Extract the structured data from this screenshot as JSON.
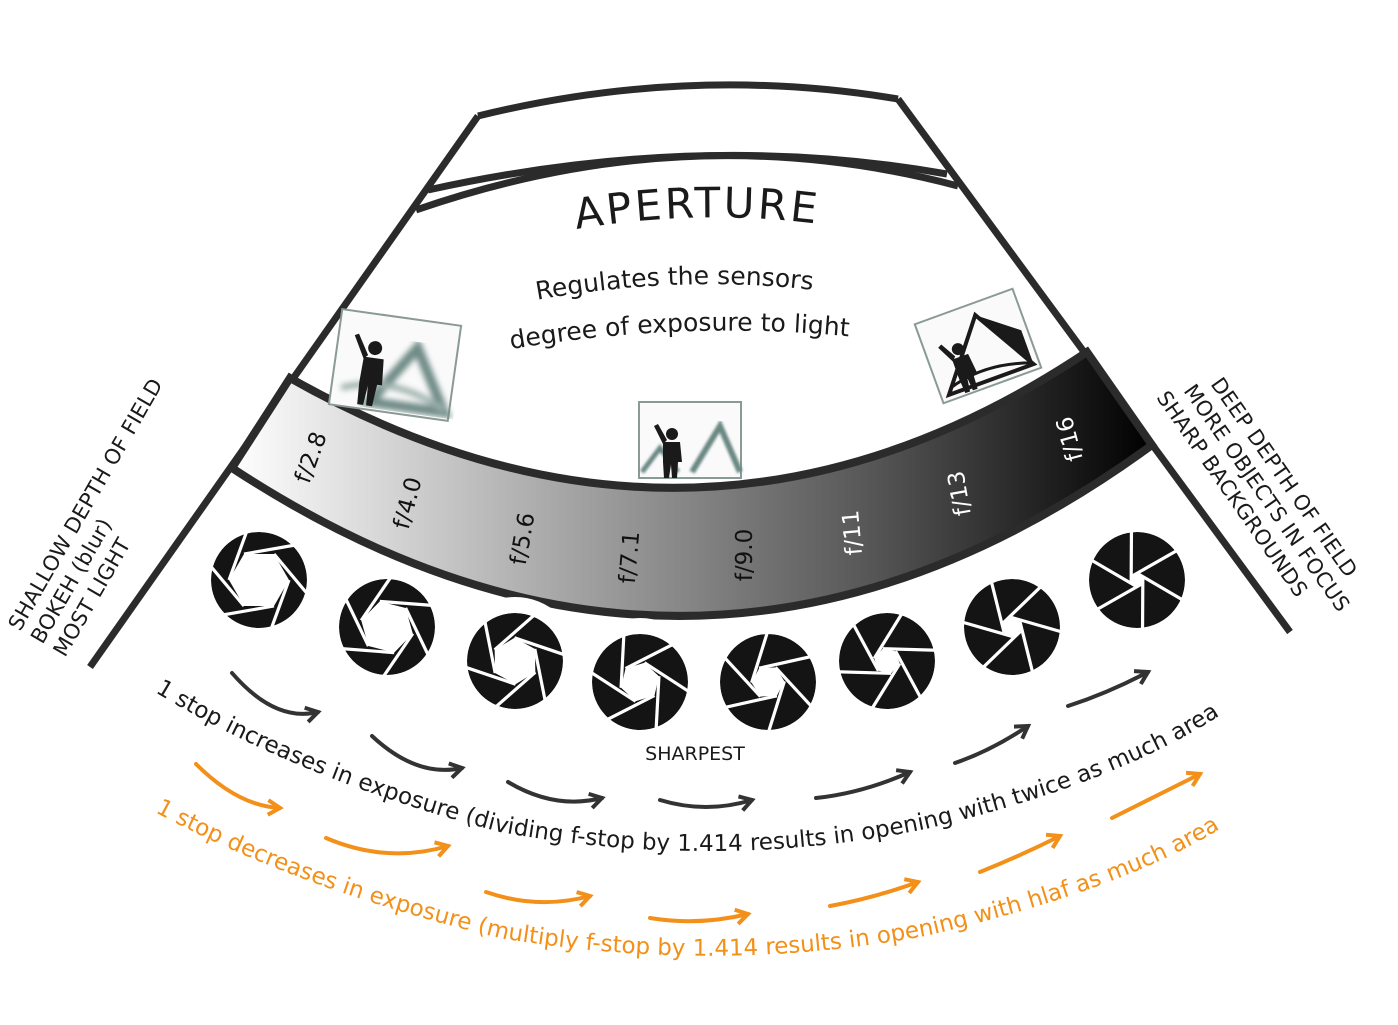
{
  "title": "APERTURE",
  "subtitle": [
    "Regulates the sensors",
    "degree of exposure to light"
  ],
  "fstops": [
    "f/2.8",
    "f/4.0",
    "f/5.6",
    "f/7.1",
    "f/9.0",
    "f/11",
    "f/13",
    "f/16"
  ],
  "left_labels": [
    "SHALLOW DEPTH OF FIELD",
    "BOKEH (blur)",
    "MOST LIGHT"
  ],
  "right_labels": [
    "DEEP DEPTH OF FIELD",
    "MORE OBJECTS IN FOCUS",
    "SHARP BACKGROUNDS"
  ],
  "sharpest_label": "SHARPEST",
  "increase_text": "1 stop increases in exposure (dividing f-stop by 1.414 results in opening with twice as much area",
  "decrease_text": "1 stop decreases in exposure (multiply f-stop by 1.414 results in opening with hlaf as much area",
  "colors": {
    "ink": "#1a1a1a",
    "frame": "#2b2b2b",
    "orange": "#f39019",
    "arrow_dark": "#333333",
    "gradient_start": "#ffffff",
    "gradient_end": "#000000"
  },
  "icons": [
    "photo-blurred-background-icon",
    "photo-medium-focus-icon",
    "photo-sharp-background-icon",
    "aperture-blade-icon",
    "arrow-right-icon",
    "arrow-left-icon"
  ]
}
